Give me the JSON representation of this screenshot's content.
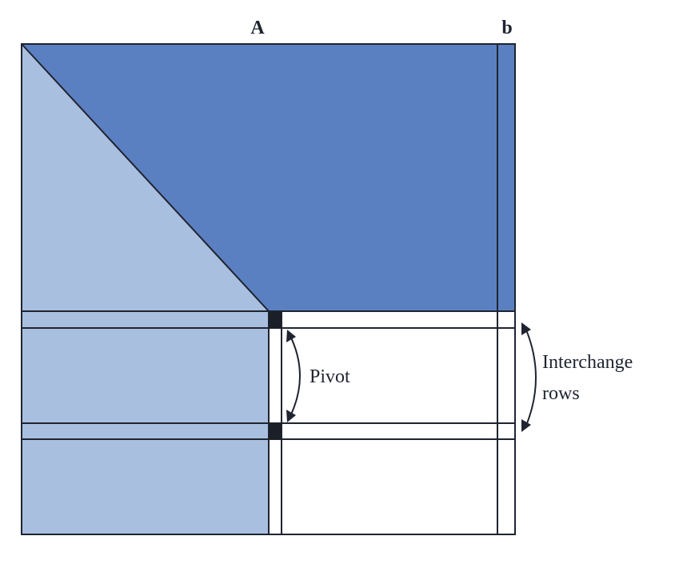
{
  "labels": {
    "matrix": "A",
    "rhs": "b",
    "pivot": "Pivot",
    "interchange_line1": "Interchange",
    "interchange_line2": "rows"
  },
  "colors": {
    "eliminated_region": "#a9bfe0",
    "active_region": "#5b80c2",
    "frame": "#1f2430",
    "pivot_marker": "#1b1f27",
    "background": "#ffffff"
  }
}
